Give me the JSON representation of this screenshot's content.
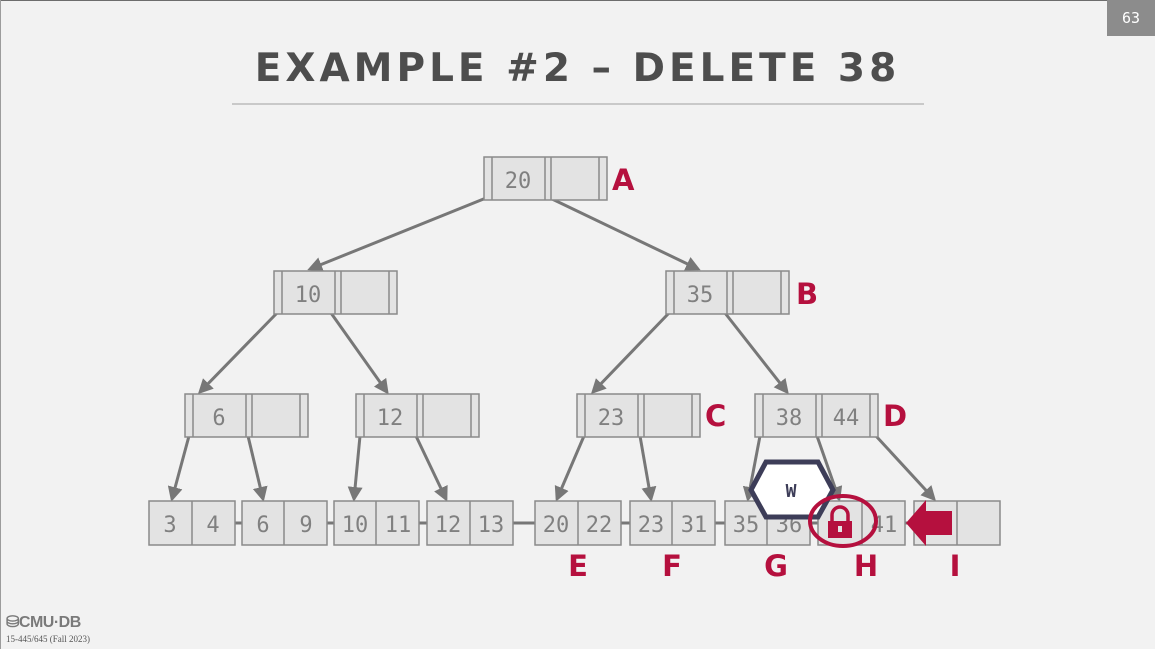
{
  "slide": {
    "page_number": "63",
    "title": "EXAMPLE #2 – DELETE 38",
    "logo_text": "CMU·DB",
    "course_text": "15-445/645 (Fall 2023)"
  },
  "tree": {
    "nodes": [
      {
        "id": "A",
        "label": "A",
        "keys": [
          "20",
          ""
        ]
      },
      {
        "id": "B",
        "label": "B",
        "keys": [
          "35",
          ""
        ]
      },
      {
        "id": "10",
        "label": "",
        "keys": [
          "10",
          ""
        ]
      },
      {
        "id": "6",
        "label": "",
        "keys": [
          "6",
          ""
        ]
      },
      {
        "id": "12",
        "label": "",
        "keys": [
          "12",
          ""
        ]
      },
      {
        "id": "C",
        "label": "C",
        "keys": [
          "23",
          ""
        ]
      },
      {
        "id": "D",
        "label": "D",
        "keys": [
          "38",
          "44"
        ]
      }
    ],
    "leaves": [
      {
        "id": "L1",
        "label": "",
        "keys": [
          "3",
          "4"
        ]
      },
      {
        "id": "L2",
        "label": "",
        "keys": [
          "6",
          "9"
        ]
      },
      {
        "id": "L3",
        "label": "",
        "keys": [
          "10",
          "11"
        ]
      },
      {
        "id": "L4",
        "label": "",
        "keys": [
          "12",
          "13"
        ]
      },
      {
        "id": "E",
        "label": "E",
        "keys": [
          "20",
          "22"
        ]
      },
      {
        "id": "F",
        "label": "F",
        "keys": [
          "23",
          "31"
        ]
      },
      {
        "id": "G",
        "label": "G",
        "keys": [
          "35",
          "36"
        ]
      },
      {
        "id": "H",
        "label": "H",
        "keys": [
          "",
          "41"
        ]
      },
      {
        "id": "I",
        "label": "I",
        "keys": [
          "",
          ""
        ]
      }
    ],
    "write_latch": {
      "text": "W",
      "on": "G"
    },
    "lock_icon_on": "H",
    "arrow_pointer_on": "I"
  },
  "colors": {
    "accent": "#b5103e",
    "latch": "#3d3d58",
    "node_fill": "#e3e3e3",
    "node_stroke": "#8a8a8a",
    "edge": "#777777"
  }
}
